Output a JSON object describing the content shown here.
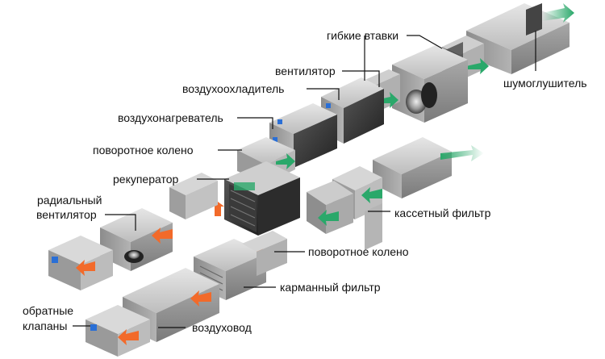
{
  "labels": {
    "flexible_inserts": "гибкие втавки",
    "fan": "вентилятор",
    "silencer": "шумоглушитель",
    "air_cooler": "воздухоохладитель",
    "air_heater": "воздухонагреватель",
    "turning_elbow_top": "поворотное колено",
    "recuperator": "рекуператор",
    "radial_fan_line1": "радиальный",
    "radial_fan_line2": "вентилятор",
    "cassette_filter": "кассетный фильтр",
    "turning_elbow_bottom": "поворотное колено",
    "pocket_filter": "карманный фильтр",
    "check_valves_line1": "обратные",
    "check_valves_line2": "клапаны",
    "air_duct": "воздуховод"
  },
  "colors": {
    "duct_light": "#c9c9c9",
    "duct_mid": "#9a9a9a",
    "duct_dark": "#6e6e6e",
    "dark_unit": "#3a3a3a",
    "arrow_green": "#2aa86a",
    "arrow_orange": "#f26a2a",
    "accent_blue": "#2a6fd6",
    "leader": "#111111"
  }
}
